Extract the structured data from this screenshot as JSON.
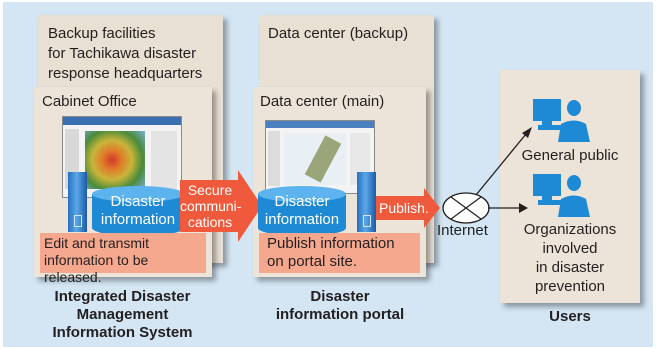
{
  "backup_facilities": {
    "line1": "Backup facilities",
    "line2": "for Tachikawa disaster",
    "line3": "response headquarters"
  },
  "cabinet_office": {
    "title": "Cabinet Office",
    "db_line1": "Disaster",
    "db_line2": "information",
    "note_line1": "Edit and transmit",
    "note_line2": "information to be released."
  },
  "secure_arrow": {
    "line1": "Secure",
    "line2": "communi-",
    "line3": "cations"
  },
  "data_center_backup": {
    "title": "Data center (backup)"
  },
  "data_center_main": {
    "title": "Data center (main)",
    "db_line1": "Disaster",
    "db_line2": "information",
    "note_line1": "Publish information",
    "note_line2": "on portal site."
  },
  "publish_arrow": {
    "label": "Publish."
  },
  "internet": {
    "label": "Internet"
  },
  "users": {
    "general_public": "General public",
    "orgs": {
      "line1": "Organizations",
      "line2": "involved",
      "line3": "in disaster",
      "line4": "prevention"
    }
  },
  "captions": {
    "system": {
      "line1": "Integrated Disaster",
      "line2": "Management",
      "line3": "Information System"
    },
    "portal": {
      "line1": "Disaster",
      "line2": "information portal"
    },
    "users": "Users"
  },
  "colors": {
    "background": "#d4e6f4",
    "card": "#ece4d8",
    "arrow": "#f05a3c",
    "note": "#f6a88f",
    "database": "#1e8ad6"
  }
}
